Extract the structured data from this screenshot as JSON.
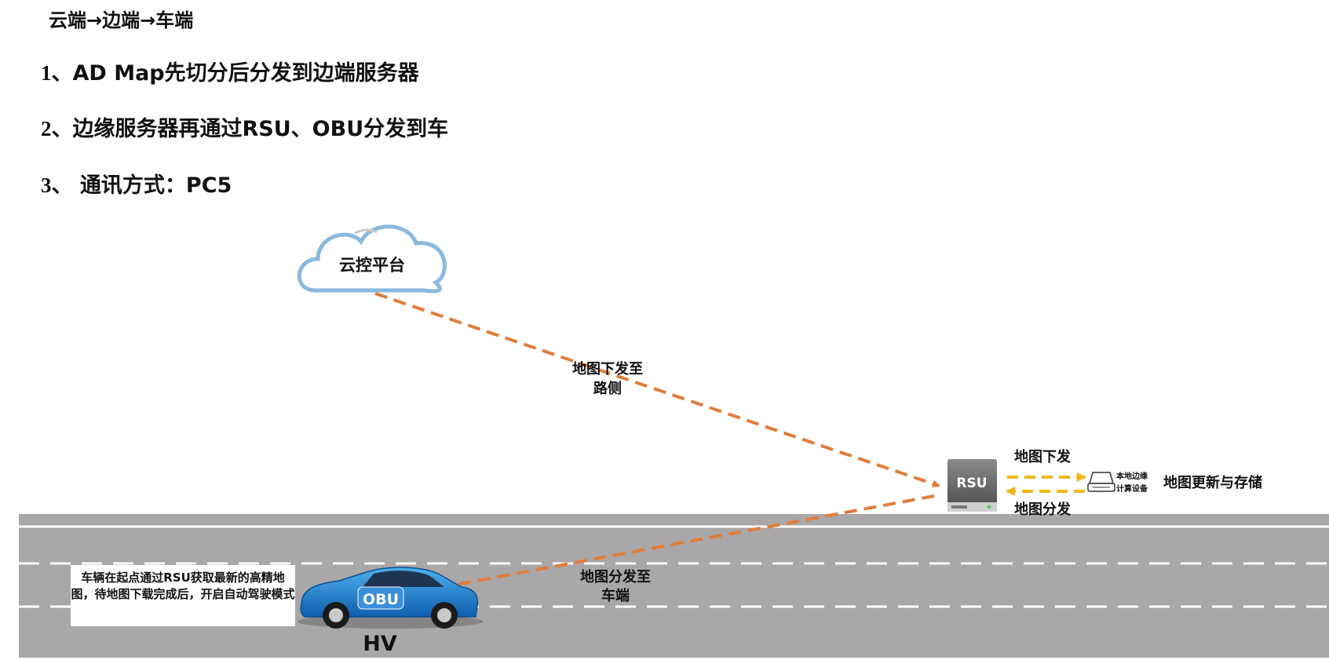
{
  "header": {
    "title": "云端→边端→车端"
  },
  "steps": [
    {
      "num": "1、",
      "text": "AD Map先切分后分发到边端服务器"
    },
    {
      "num": "2、",
      "text": "边缘服务器再通过RSU、OBU分发到车"
    },
    {
      "num": "3、",
      "text": " 通讯方式：PC5"
    }
  ],
  "diagram": {
    "cloud_label": "云控平台",
    "arrow_cloud_rsu_line1": "地图下发至",
    "arrow_cloud_rsu_line2": "路侧",
    "rsu_label": "RSU",
    "map_down_label": "地图下发",
    "map_dist_label": "地图分发",
    "edge_device_line1": "本地边缘",
    "edge_device_line2": "计算设备",
    "storage_label": "地图更新与存储",
    "arrow_rsu_car_line1": "地图分发至",
    "arrow_rsu_car_line2": "车端",
    "obu_label": "OBU",
    "hv_label": "HV",
    "note": "车辆在起点通过RSU获取最新的高精地图，待地图下载完成后，开启自动驾驶模式"
  },
  "colors": {
    "orange_arrow": "#e07d3a",
    "yellow_arrow": "#f2b716",
    "road": "#a9a7a7",
    "cloud_border": "#8ab8df",
    "car": "#1f78c8"
  }
}
